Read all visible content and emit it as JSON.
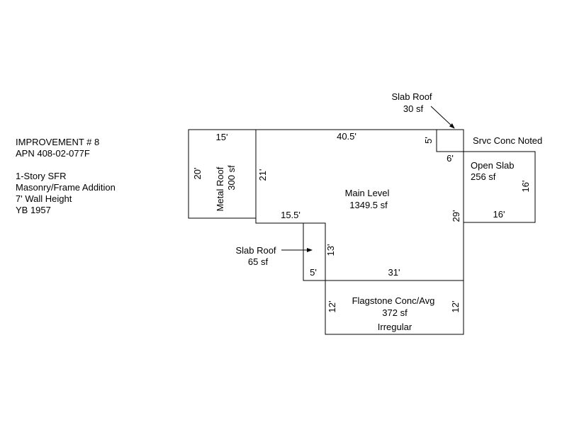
{
  "header": {
    "improvement": "IMPROVEMENT # 8",
    "apn": "APN 408-02-077F",
    "line1": "1-Story SFR",
    "line2": "Masonry/Frame Addition",
    "line3": "7' Wall Height",
    "line4": "YB 1957"
  },
  "metal_roof": {
    "label": "Metal Roof",
    "area": "300 sf",
    "dim_top": "15'",
    "dim_left": "20'"
  },
  "main_level": {
    "label": "Main Level",
    "area": "1349.5 sf",
    "dim_top": "40.5'",
    "dim_left": "21'",
    "dim_step": "15.5'",
    "dim_right": "29'",
    "dim_bottom": "31'"
  },
  "slab_roof_top": {
    "label": "Slab Roof",
    "area": "30 sf",
    "dim_side": "5'",
    "dim_bottom": "6'"
  },
  "srvc_conc": {
    "label": "Srvc Conc Noted"
  },
  "open_slab": {
    "label": "Open Slab",
    "area": "256 sf",
    "dim_right": "16'",
    "dim_bottom": "16'"
  },
  "slab_roof_left": {
    "label": "Slab Roof",
    "area": "65 sf",
    "dim_right": "13'",
    "dim_bottom": "5'"
  },
  "flagstone": {
    "label": "Flagstone Conc/Avg",
    "area": "372 sf",
    "shape": "Irregular",
    "dim_left": "12'",
    "dim_right": "12'"
  }
}
